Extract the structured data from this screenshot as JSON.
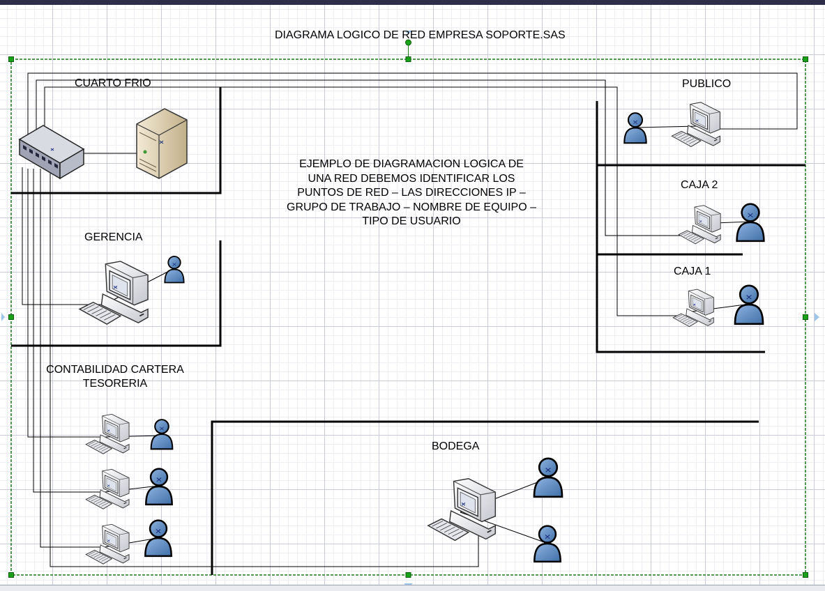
{
  "diagram": {
    "title": "DIAGRAMA LOGICO DE RED EMPRESA SOPORTE.SAS",
    "note": "EJEMPLO DE DIAGRAMACION LOGICA DE UNA RED  DEBEMOS IDENTIFICAR LOS PUNTOS DE RED – LAS DIRECCIONES IP – GRUPO DE TRABAJO – NOMBRE DE EQUIPO – TIPO DE USUARIO",
    "note_lines": [
      "EJEMPLO DE DIAGRAMACION LOGICA DE",
      "UNA RED  DEBEMOS IDENTIFICAR LOS",
      "PUNTOS DE RED – LAS DIRECCIONES IP –",
      "GRUPO DE TRABAJO – NOMBRE DE EQUIPO –",
      "TIPO DE USUARIO"
    ],
    "rooms": {
      "cuarto_frio": "CUARTO FRIO",
      "gerencia": "GERENCIA",
      "contabilidad_line1": "CONTABILIDAD CARTERA",
      "contabilidad_line2": "TESORERIA",
      "publico": "PUBLICO",
      "caja2": "CAJA 2",
      "caja1": "CAJA 1",
      "bodega": "BODEGA"
    },
    "colors": {
      "selection": "#1aa11a",
      "wall": "#000000",
      "user": "#5b8bc4",
      "pc": "#e9e9ee",
      "server": "#d8c9a8"
    },
    "icons": [
      "switch-icon",
      "server-icon",
      "computer-icon",
      "user-icon"
    ]
  }
}
